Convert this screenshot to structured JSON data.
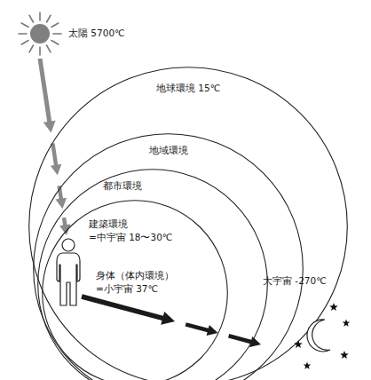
{
  "diagram": {
    "nodes": [
      {
        "text": [
          "太陽 5700℃"
        ]
      },
      {
        "text": [
          "地球環境 15℃"
        ]
      },
      {
        "text": [
          "地域環境"
        ],
        "in": 1
      },
      {
        "text": [
          "都市環境"
        ],
        "in": 2
      },
      {
        "text": [
          "建築環境",
          "=中宇宙 18〜30℃"
        ],
        "in": 3
      },
      {
        "text": [
          "身体（体内環境）",
          "=小宇宙 37℃"
        ],
        "in": 4
      },
      {
        "text": [
          "大宇宙 -270℃"
        ]
      }
    ],
    "edges": [
      {
        "from": 0,
        "to": 5,
        "arrow": "to"
      },
      {
        "from": 5,
        "to": 6,
        "arrow": "to"
      }
    ]
  }
}
